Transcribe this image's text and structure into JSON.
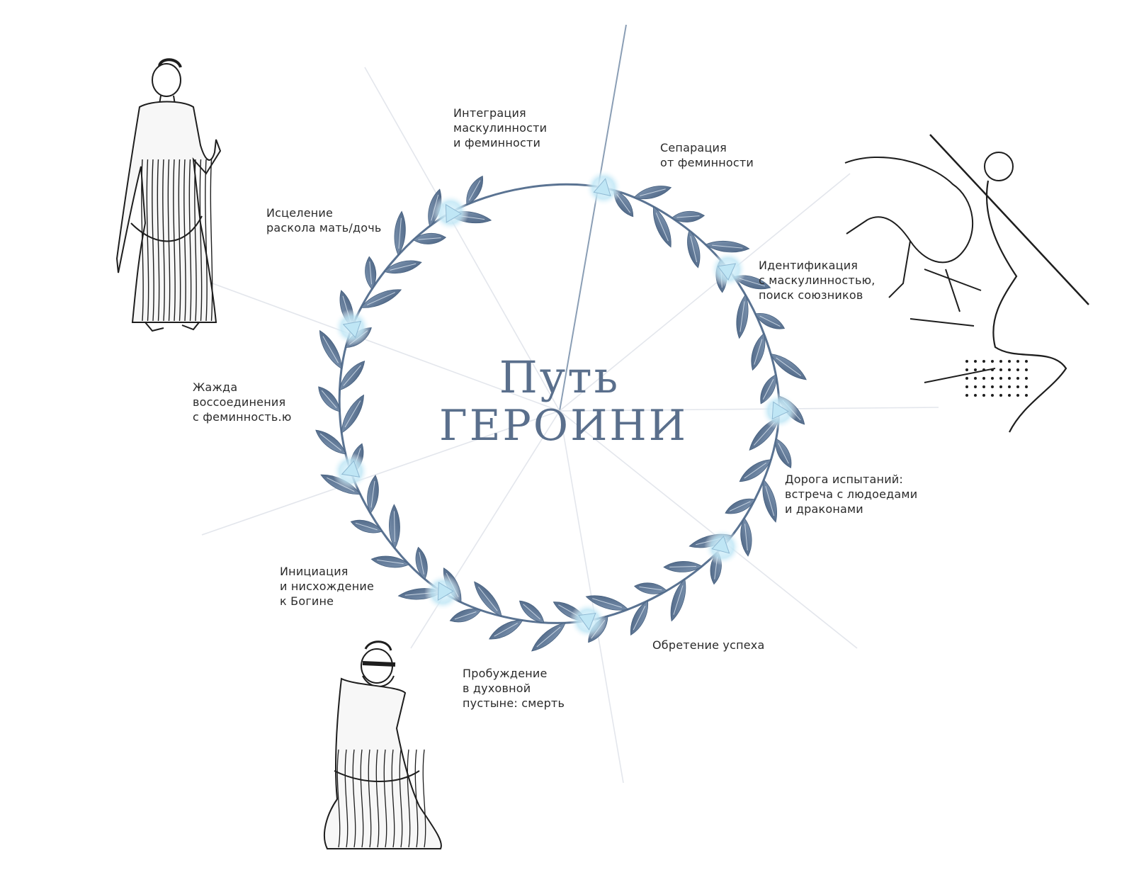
{
  "title": {
    "line1": "Путь",
    "line2": "героини"
  },
  "stages": [
    {
      "id": "separation",
      "lines": [
        "Сепарация",
        "от феминности"
      ]
    },
    {
      "id": "identification",
      "lines": [
        "Идентификация",
        "с маскулинностью,",
        "поиск союзников"
      ]
    },
    {
      "id": "trials",
      "lines": [
        "Дорога испытаний:",
        "встреча с людоедами",
        "и драконами"
      ]
    },
    {
      "id": "success",
      "lines": [
        "Обретение успеха"
      ]
    },
    {
      "id": "awakening",
      "lines": [
        "Пробуждение",
        "в духовной",
        "пустыне: смерть"
      ]
    },
    {
      "id": "initiation",
      "lines": [
        "Инициация",
        "и нисхождение",
        "к Богине"
      ]
    },
    {
      "id": "longing",
      "lines": [
        "Жажда",
        "воссоединения",
        "с феминность.ю"
      ]
    },
    {
      "id": "healing",
      "lines": [
        "Исцеление",
        "раскола мать/дочь"
      ]
    },
    {
      "id": "integration",
      "lines": [
        "Интеграция",
        "маскулинности",
        "и феминности"
      ]
    }
  ],
  "colors": {
    "wreath": "#5a7392",
    "wreath_light": "#a9bfd6",
    "marker": "#bfe6f5",
    "ray": "#d9dee6",
    "title": "#5a6f8c",
    "ink": "#1e1e1e"
  },
  "illustrations": [
    {
      "id": "standing-woman",
      "icon": "greek-woman-figure-icon"
    },
    {
      "id": "warrior",
      "icon": "warrior-horse-figure-icon"
    },
    {
      "id": "kneeling-woman",
      "icon": "kneeling-woman-figure-icon"
    }
  ]
}
